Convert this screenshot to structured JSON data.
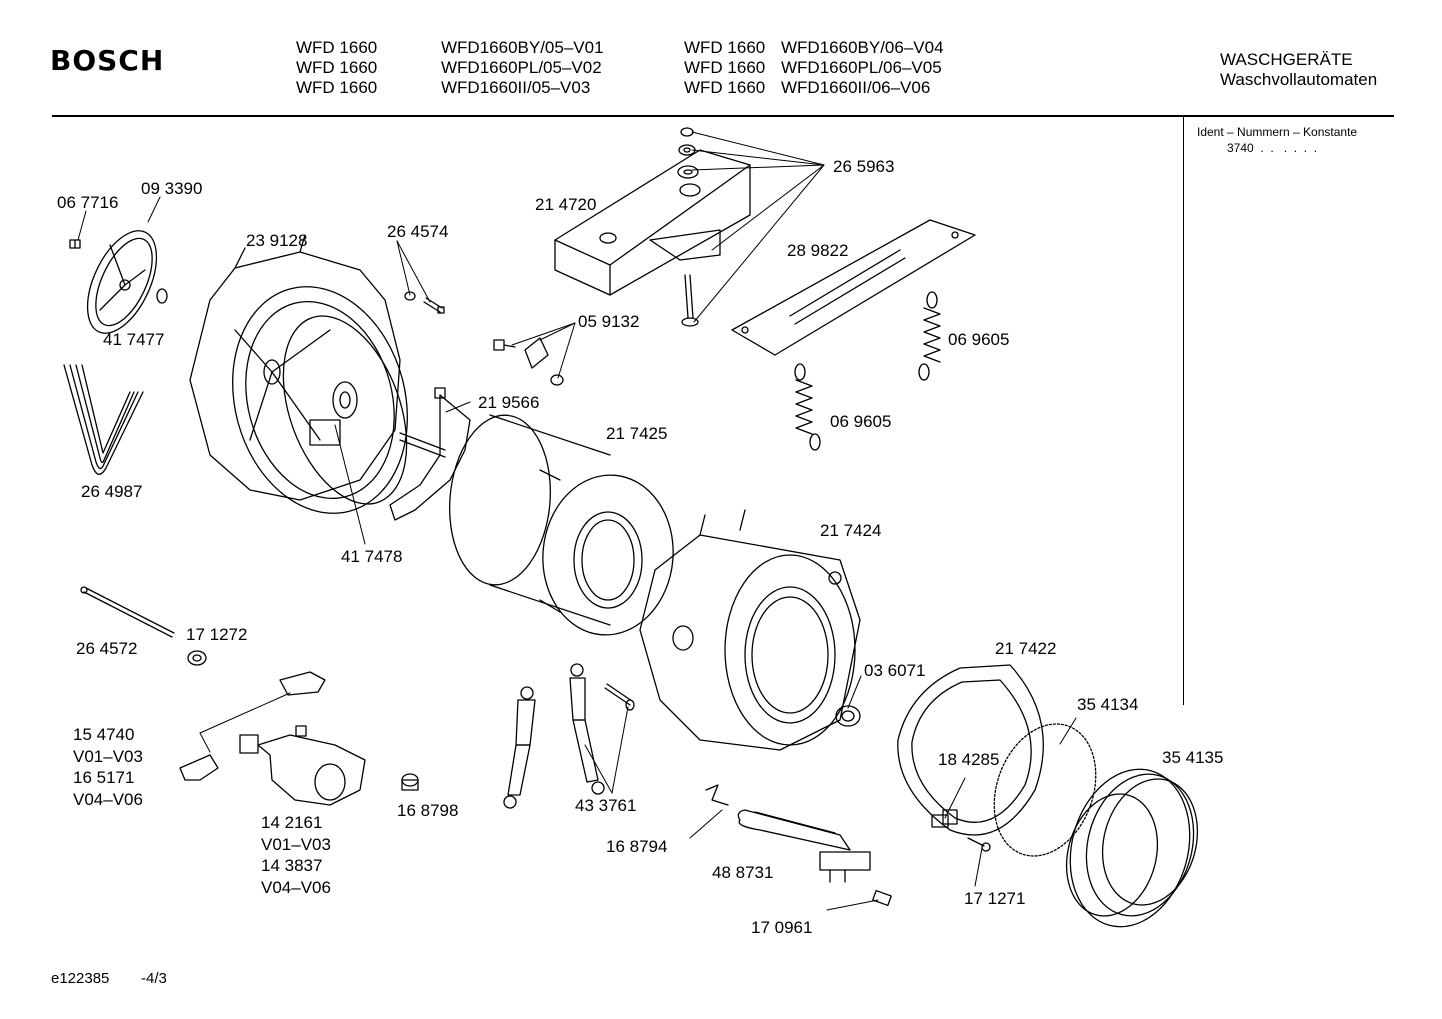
{
  "header": {
    "brand": "BOSCH",
    "models": [
      {
        "model": "WFD 1660",
        "variant": "WFD1660BY/05–V01",
        "model2": "WFD 1660",
        "variant2": "WFD1660BY/06–V04"
      },
      {
        "model": "WFD 1660",
        "variant": "WFD1660PL/05–V02",
        "model2": "WFD 1660",
        "variant2": "WFD1660PL/06–V05"
      },
      {
        "model": "WFD 1660",
        "variant": "WFD1660II/05–V03",
        "model2": "WFD 1660",
        "variant2": "WFD1660II/06–V06"
      }
    ],
    "category": "WASCHGERÄTE",
    "subcategory": "Waschvollautomaten"
  },
  "sidebar": {
    "ident_title": "Ident – Nummern – Konstante",
    "ident_value": "3740  .  .   .  .  .  ."
  },
  "parts": [
    {
      "id": "p-067716",
      "text": "06 7716"
    },
    {
      "id": "p-093390",
      "text": "09 3390"
    },
    {
      "id": "p-239128",
      "text": "23 9128"
    },
    {
      "id": "p-264574",
      "text": "26 4574"
    },
    {
      "id": "p-214720",
      "text": "21 4720"
    },
    {
      "id": "p-265963",
      "text": "26 5963"
    },
    {
      "id": "p-289822",
      "text": "28 9822"
    },
    {
      "id": "p-417477",
      "text": "41 7477"
    },
    {
      "id": "p-059132",
      "text": "05 9132"
    },
    {
      "id": "p-069605a",
      "text": "06 9605"
    },
    {
      "id": "p-219566",
      "text": "21 9566"
    },
    {
      "id": "p-217425",
      "text": "21 7425"
    },
    {
      "id": "p-069605b",
      "text": "06 9605"
    },
    {
      "id": "p-264987",
      "text": "26 4987"
    },
    {
      "id": "p-217424",
      "text": "21 7424"
    },
    {
      "id": "p-417478",
      "text": "41 7478"
    },
    {
      "id": "p-171272",
      "text": "17 1272"
    },
    {
      "id": "p-264572",
      "text": "26 4572"
    },
    {
      "id": "p-217422",
      "text": "21 7422"
    },
    {
      "id": "p-036071",
      "text": "03 6071"
    },
    {
      "id": "p-354134",
      "text": "35 4134"
    },
    {
      "id": "p-154740",
      "text": "15 4740"
    },
    {
      "id": "p-v01v03a",
      "text": "V01–V03"
    },
    {
      "id": "p-165171",
      "text": "16 5171"
    },
    {
      "id": "p-v04v06a",
      "text": "V04–V06"
    },
    {
      "id": "p-354135",
      "text": "35 4135"
    },
    {
      "id": "p-184285",
      "text": "18 4285"
    },
    {
      "id": "p-433761",
      "text": "43 3761"
    },
    {
      "id": "p-168798",
      "text": "16 8798"
    },
    {
      "id": "p-142161",
      "text": "14 2161"
    },
    {
      "id": "p-v01v03b",
      "text": "V01–V03"
    },
    {
      "id": "p-143837",
      "text": "14 3837"
    },
    {
      "id": "p-v04v06b",
      "text": "V04–V06"
    },
    {
      "id": "p-168794",
      "text": "16 8794"
    },
    {
      "id": "p-488731",
      "text": "48 8731"
    },
    {
      "id": "p-171271",
      "text": "17 1271"
    },
    {
      "id": "p-170961",
      "text": "17 0961"
    }
  ],
  "footer": {
    "code": "e122385",
    "page": "-4/3"
  }
}
